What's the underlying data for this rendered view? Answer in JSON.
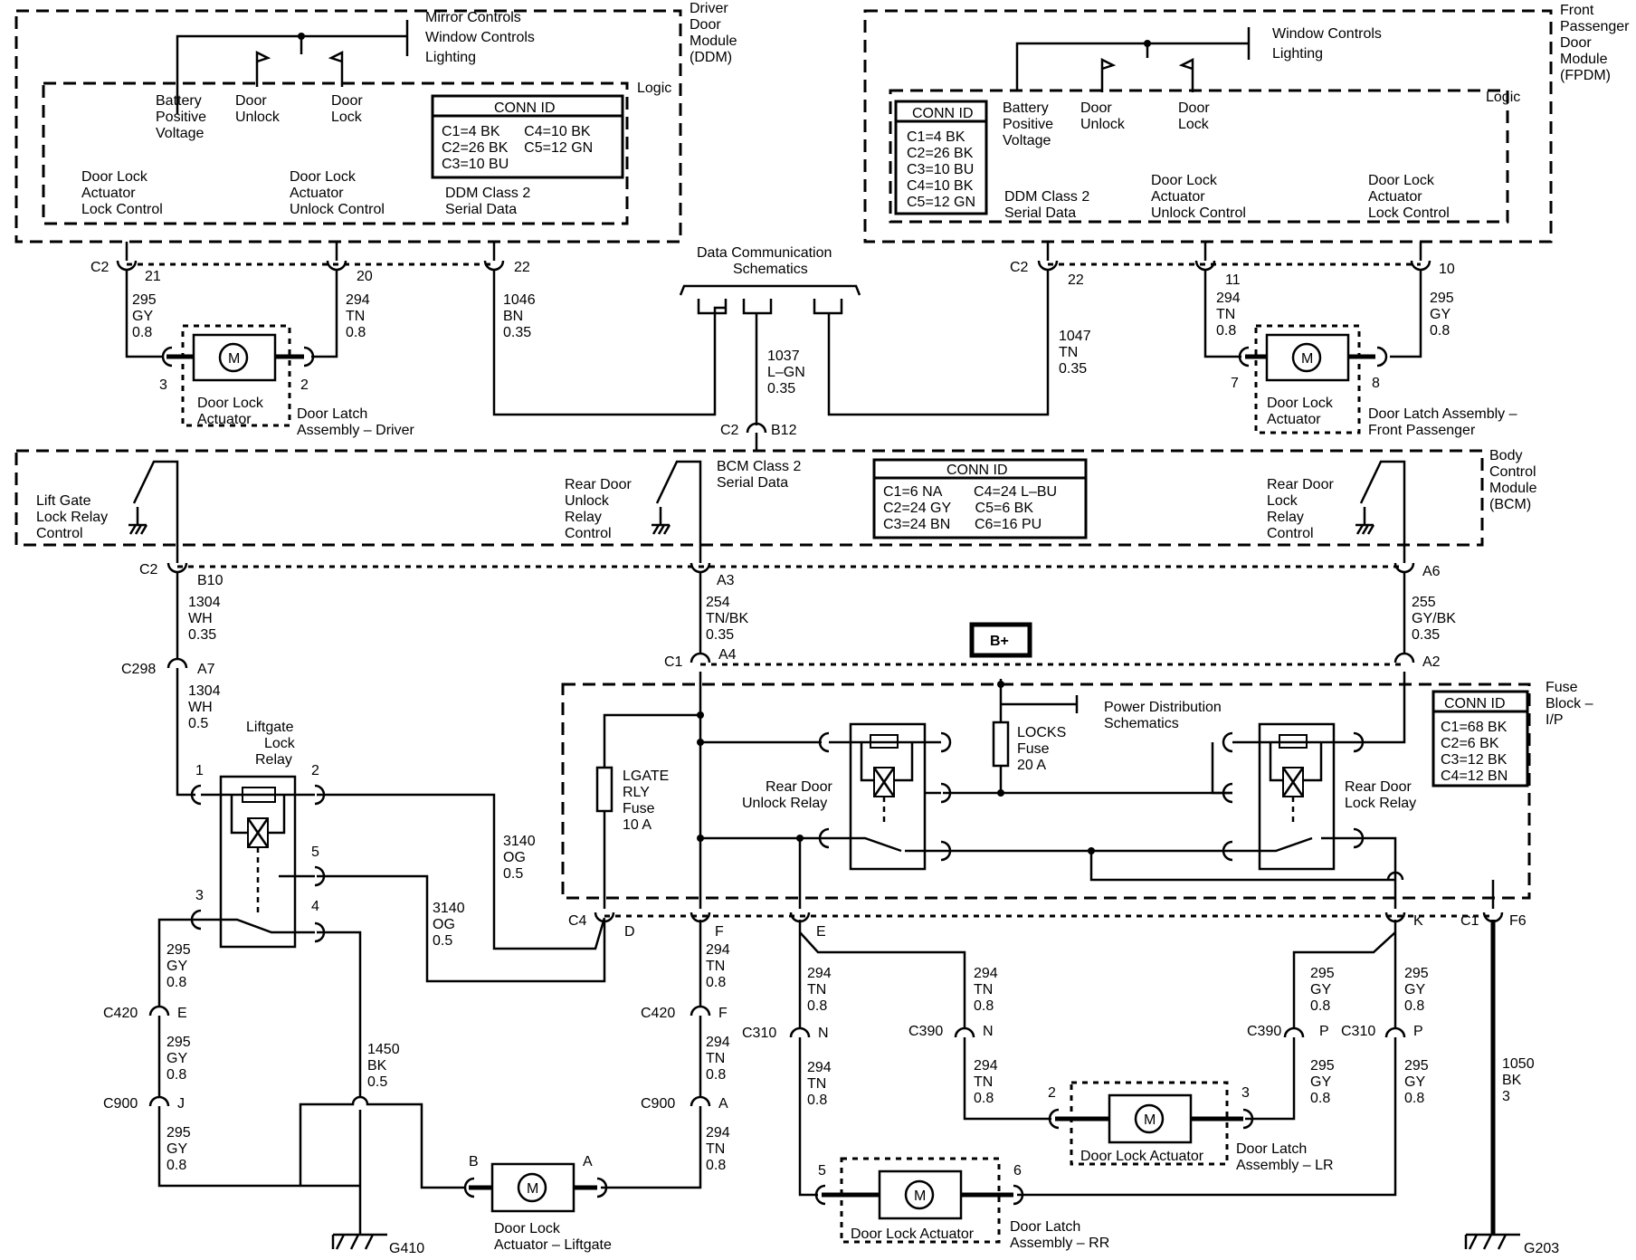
{
  "ddm": {
    "title": [
      "Driver",
      "Door",
      "Module",
      "(DDM)"
    ],
    "outputs": [
      "Mirror Controls",
      "Window Controls",
      "Lighting"
    ],
    "logic_label": "Logic",
    "battery": [
      "Battery",
      "Positive",
      "Voltage"
    ],
    "door_unlock": [
      "Door",
      "Unlock"
    ],
    "door_lock": [
      "Door",
      "Lock"
    ],
    "lock_ctrl": [
      "Door Lock",
      "Actuator",
      "Lock Control"
    ],
    "unlock_ctrl": [
      "Door Lock",
      "Actuator",
      "Unlock Control"
    ],
    "serial": [
      "DDM Class 2",
      "Serial Data"
    ],
    "conn_title": "CONN ID",
    "conn_rows": [
      "C1=4 BK      C4=10 BK",
      "C2=26 BK    C5=12 GN",
      "C3=10 BU"
    ]
  },
  "fpdm": {
    "title": [
      "Front",
      "Passenger",
      "Door",
      "Module",
      "(FPDM)"
    ],
    "outputs": [
      "Window Controls",
      "Lighting"
    ],
    "logic_label": "Logic",
    "battery": [
      "Battery",
      "Positive",
      "Voltage"
    ],
    "door_unlock": [
      "Door",
      "Unlock"
    ],
    "door_lock": [
      "Door",
      "Lock"
    ],
    "unlock_ctrl": [
      "Door Lock",
      "Actuator",
      "Unlock Control"
    ],
    "lock_ctrl": [
      "Door Lock",
      "Actuator",
      "Lock Control"
    ],
    "serial": [
      "DDM Class 2",
      "Serial Data"
    ],
    "conn_title": "CONN ID",
    "conn_rows": [
      "C1=4 BK",
      "C2=26 BK",
      "C3=10 BU",
      "C4=10 BK",
      "C5=12 GN"
    ]
  },
  "bcm": {
    "title": [
      "Body",
      "Control",
      "Module",
      "(BCM)"
    ],
    "liftgate": [
      "Lift Gate",
      "Lock Relay",
      "Control"
    ],
    "rear_unlock": [
      "Rear Door",
      "Unlock",
      "Relay",
      "Control"
    ],
    "rear_lock": [
      "Rear Door",
      "Lock",
      "Relay",
      "Control"
    ],
    "serial": [
      "BCM Class 2",
      "Serial Data"
    ],
    "conn_title": "CONN ID",
    "conn_rows": [
      "C1=6 NA        C4=24 L–BU",
      "C2=24 GY      C5=6 BK",
      "C3=24 BN      C6=16 PU"
    ]
  },
  "fuse_block": {
    "title": [
      "Fuse",
      "Block –",
      "I/P"
    ],
    "conn_title": "CONN ID",
    "conn_rows": [
      "C1=68 BK",
      "C2=6 BK",
      "C3=12 BK",
      "C4=12 BN"
    ],
    "bplus": "B+",
    "power_dist": [
      "Power Distribution",
      "Schematics"
    ],
    "locks_fuse": [
      "LOCKS",
      "Fuse",
      "20 A"
    ],
    "lgate_fuse": [
      "LGATE",
      "RLY",
      "Fuse",
      "10 A"
    ],
    "rear_unlock_relay": [
      "Rear Door",
      "Unlock Relay"
    ],
    "rear_lock_relay": [
      "Rear Door",
      "Lock Relay"
    ]
  },
  "data_comm": [
    "Data Communication",
    "Schematics"
  ],
  "liftgate_relay": [
    "Liftgate",
    "Lock",
    "Relay"
  ],
  "actuators": {
    "driver": [
      "Door Lock",
      "Actuator"
    ],
    "driver_latch": [
      "Door Latch",
      "Assembly – Driver"
    ],
    "front_pass": [
      "Door Lock",
      "Actuator"
    ],
    "front_pass_latch": [
      "Door Latch Assembly –",
      "Front Passenger"
    ],
    "liftgate": [
      "Door Lock",
      "Actuator – Liftgate"
    ],
    "rr": "Door Lock Actuator",
    "rr_latch": [
      "Door Latch",
      "Assembly – RR"
    ],
    "lr": "Door Lock Actuator",
    "lr_latch": [
      "Door Latch",
      "Assembly – LR"
    ],
    "motor": "M"
  },
  "grounds": [
    "G410",
    "G203"
  ],
  "labels": {
    "c2": "C2",
    "c1": "C1",
    "c4": "C4",
    "c298": "C298",
    "c420": "C420",
    "c900": "C900",
    "c310": "C310",
    "c390": "C390",
    "p21": "21",
    "p20": "20",
    "p22": "22",
    "p11": "11",
    "p10": "10",
    "p3": "3",
    "p2": "2",
    "p7": "7",
    "p8": "8",
    "p1": "1",
    "p5": "5",
    "p4": "4",
    "p6": "6",
    "b12": "B12",
    "b10": "B10",
    "a3": "A3",
    "a6": "A6",
    "a7": "A7",
    "a4": "A4",
    "a2": "A2",
    "d": "D",
    "f": "F",
    "e": "E",
    "k": "K",
    "f6": "F6",
    "j": "J",
    "a": "A",
    "n": "N",
    "p": "P",
    "pb": "B",
    "pa": "A"
  },
  "wires": {
    "w295gy08": [
      "295",
      "GY",
      "0.8"
    ],
    "w294tn08": [
      "294",
      "TN",
      "0.8"
    ],
    "w1046": [
      "1046",
      "BN",
      "0.35"
    ],
    "w1037": [
      "1037",
      "L–GN",
      "0.35"
    ],
    "w1047": [
      "1047",
      "TN",
      "0.35"
    ],
    "w1304a": [
      "1304",
      "WH",
      "0.35"
    ],
    "w1304b": [
      "1304",
      "WH",
      "0.5"
    ],
    "w254": [
      "254",
      "TN/BK",
      "0.35"
    ],
    "w255": [
      "255",
      "GY/BK",
      "0.35"
    ],
    "w3140": [
      "3140",
      "OG",
      "0.5"
    ],
    "w1450": [
      "1450",
      "BK",
      "0.5"
    ],
    "w1050": [
      "1050",
      "BK",
      "3"
    ]
  }
}
